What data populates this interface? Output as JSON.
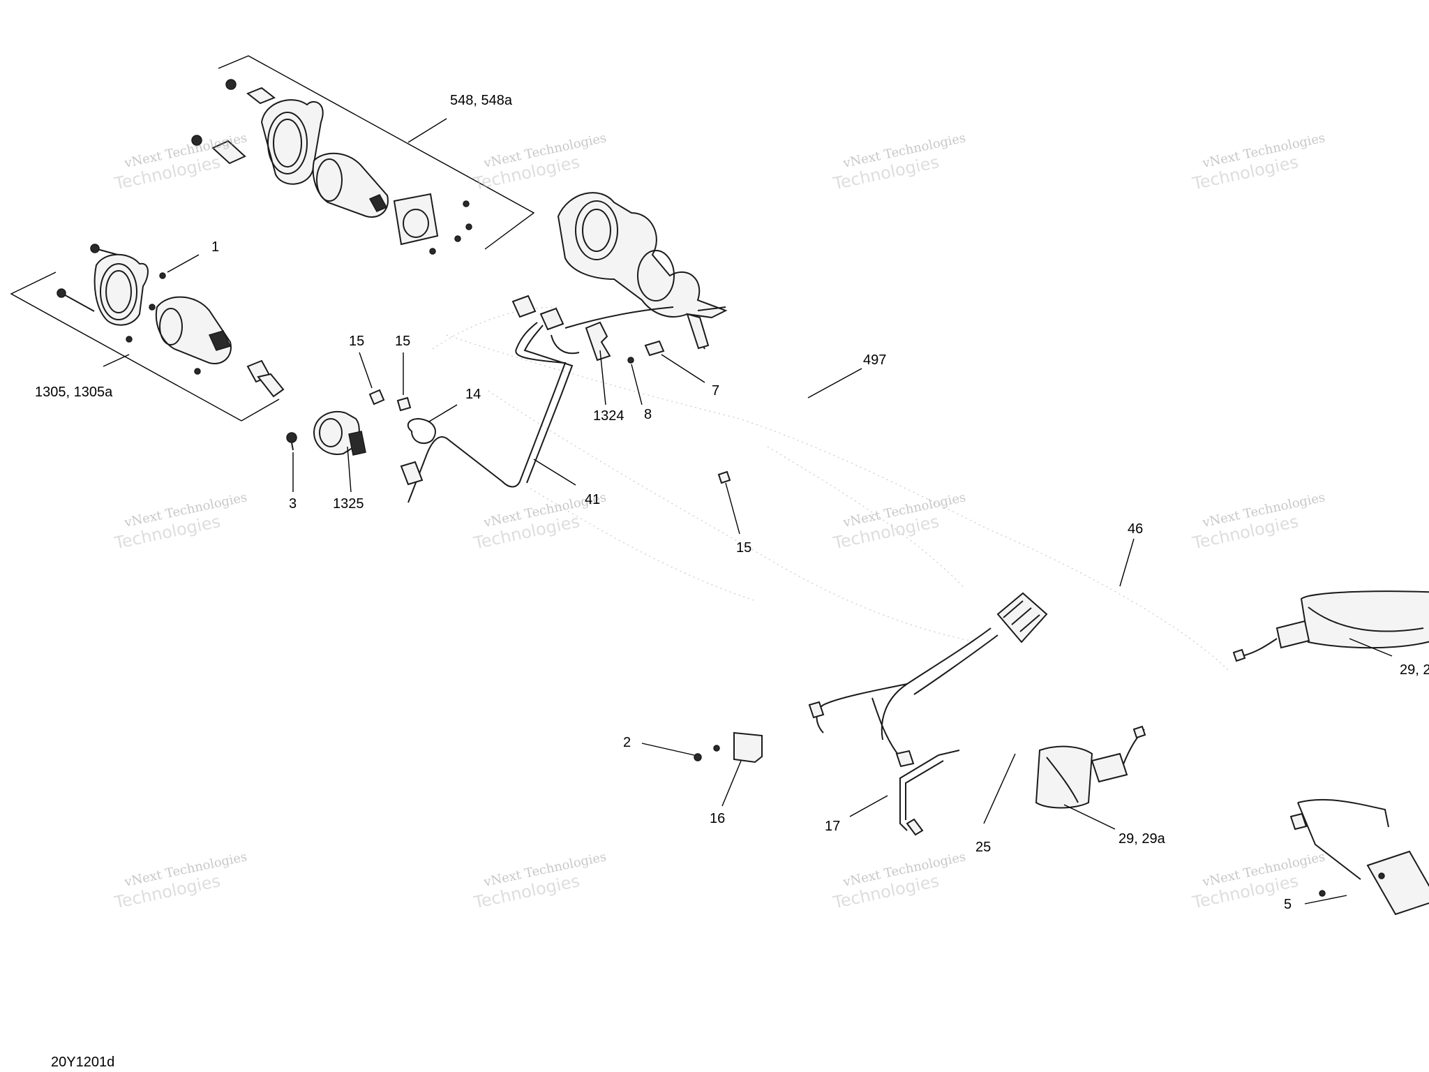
{
  "diagram_code": "20Y1201d",
  "watermark": {
    "line1": "vNext Technologies",
    "line2": "Technologies"
  },
  "callouts": {
    "c548": "548, 548a",
    "c1": "1",
    "c1305": "1305, 1305a",
    "c15a": "15",
    "c15b": "15",
    "c14": "14",
    "c3": "3",
    "c1325": "1325",
    "c41": "41",
    "c1324": "1324",
    "c8": "8",
    "c7": "7",
    "c497": "497",
    "c15c": "15",
    "c46": "46",
    "c29a": "29, 2",
    "c2": "2",
    "c16": "16",
    "c17": "17",
    "c25": "25",
    "c29b": "29, 29a",
    "c5": "5"
  }
}
